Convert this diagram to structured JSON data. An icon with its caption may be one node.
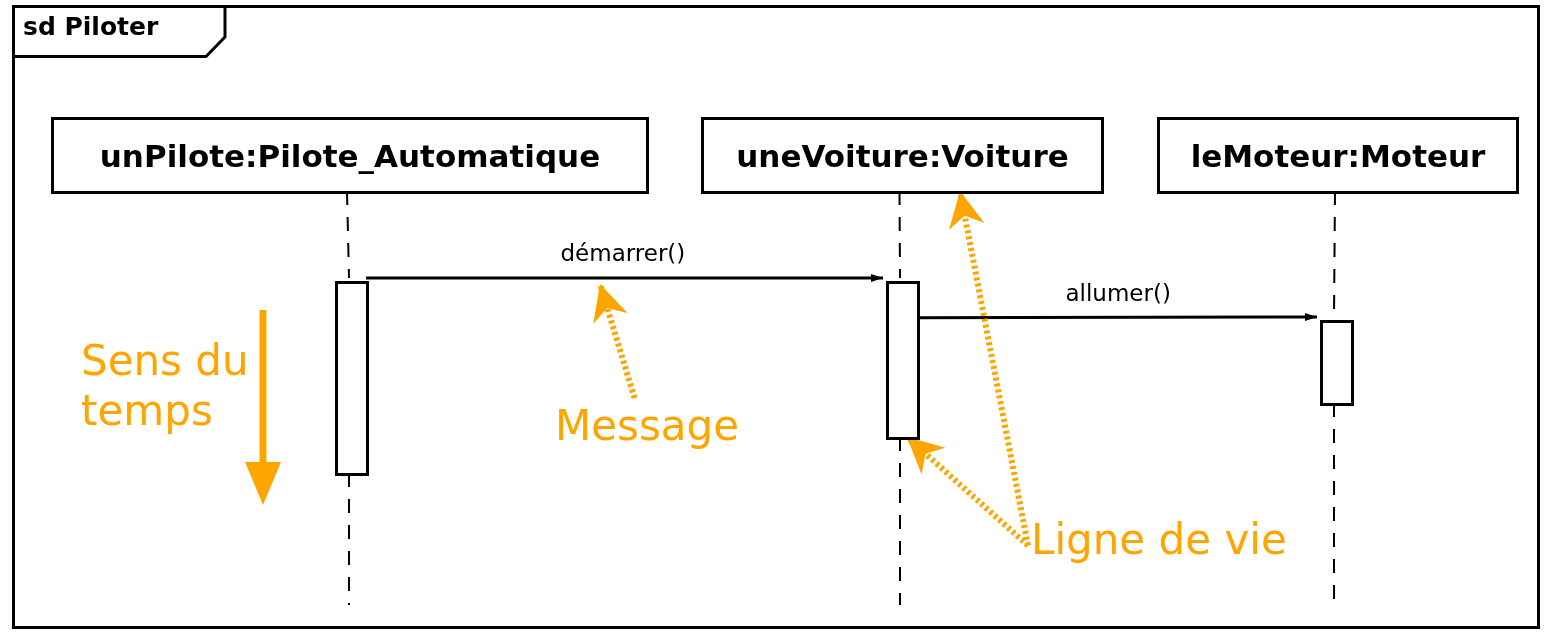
{
  "diagram": {
    "nodes": [
      {
        "text": [
          "sd Piloter"
        ]
      },
      {
        "text": [
          "unPilote:Pilote_Automatique"
        ],
        "in": 0
      },
      {
        "text": [
          "uneVoiture:Voiture"
        ],
        "in": 0
      },
      {
        "text": [
          "leMoteur:Moteur"
        ],
        "in": 0
      },
      {
        "text": [],
        "shape": "bar",
        "in": 0
      },
      {
        "text": [],
        "shape": "bar",
        "in": 0
      },
      {
        "text": [],
        "shape": "bar",
        "in": 0
      },
      {
        "text": [
          "Message"
        ],
        "in": 0
      },
      {
        "text": [
          "Ligne de vie"
        ],
        "in": 0
      }
    ],
    "edges": [
      {
        "from": 4,
        "to": 5,
        "arrow": "to",
        "label": "démarrer()"
      },
      {
        "from": 5,
        "to": 6,
        "arrow": "to",
        "label": "allumer()"
      },
      {
        "from": 1,
        "to": 4,
        "arrow": "none",
        "style": "dashed"
      },
      {
        "from": 4,
        "to": null,
        "arrow": "none",
        "style": "dashed"
      },
      {
        "from": 2,
        "to": 5,
        "arrow": "none",
        "style": "dashed"
      },
      {
        "from": 5,
        "to": null,
        "arrow": "none",
        "style": "dashed"
      },
      {
        "from": 3,
        "to": 6,
        "arrow": "none",
        "style": "dashed"
      },
      {
        "from": 6,
        "to": null,
        "arrow": "none",
        "style": "dashed"
      },
      {
        "from": 7,
        "to": null,
        "arrow": "to",
        "style": "dashed",
        "color": "#ffa500"
      },
      {
        "from": 8,
        "to": 2,
        "arrow": "to",
        "style": "dashed",
        "color": "#ffa500"
      },
      {
        "from": 8,
        "to": 5,
        "arrow": "to",
        "style": "dashed",
        "color": "#ffa500"
      }
    ],
    "labels": [
      "Sens du temps"
    ]
  }
}
